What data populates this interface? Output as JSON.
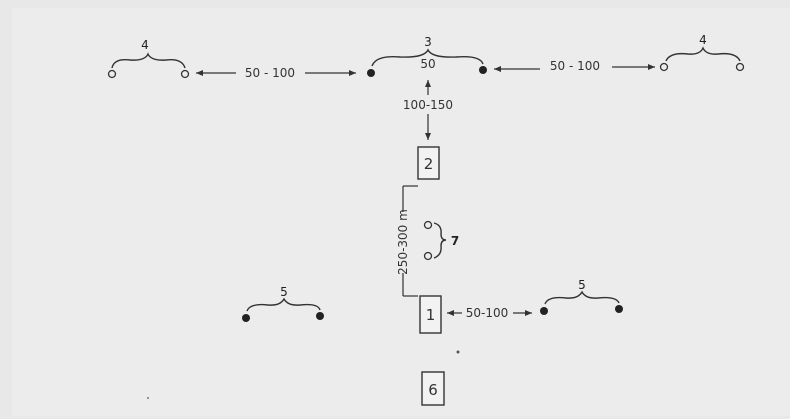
{
  "diagram": {
    "groups": {
      "top_left": "4",
      "top_center": "3",
      "top_right": "4",
      "bottom_left": "5",
      "bottom_right": "5",
      "middle": "7"
    },
    "boxes": {
      "upper": "2",
      "lower": "1",
      "bottom": "6"
    },
    "distances": {
      "top_left_to_center": "50 - 100",
      "top_center_inner": "50",
      "top_center_to_right": "50 - 100",
      "center_to_box2": "100-150",
      "box2_to_box1": "250-300 m",
      "box1_to_right": "50-100"
    }
  }
}
